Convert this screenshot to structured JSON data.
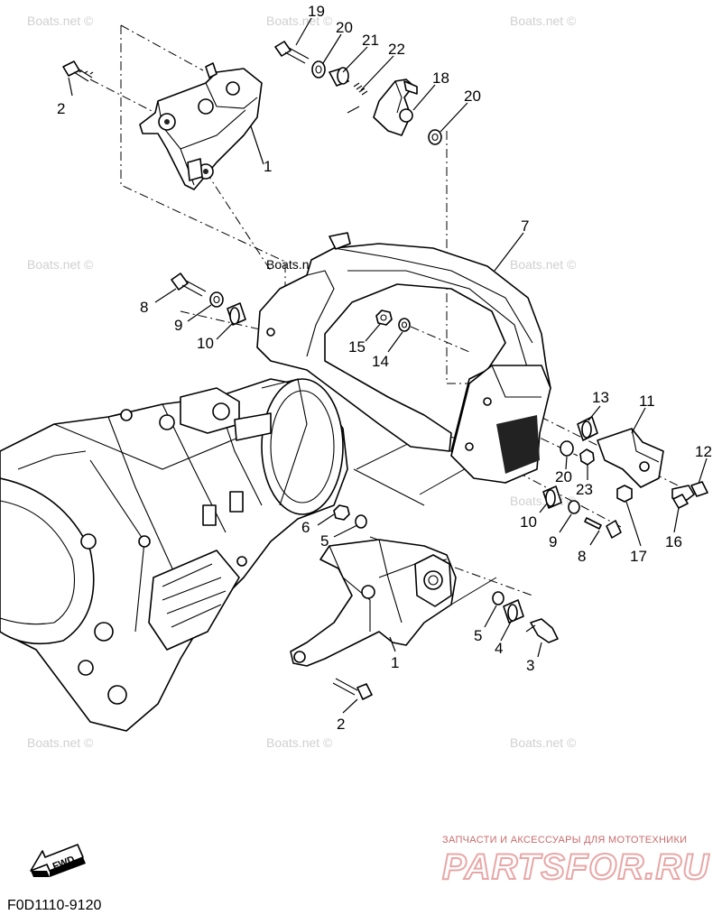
{
  "diagram": {
    "part_callouts": [
      "19",
      "20",
      "21",
      "22",
      "2",
      "18",
      "20",
      "1",
      "7",
      "8",
      "9",
      "10",
      "15",
      "14",
      "13",
      "11",
      "12",
      "20",
      "23",
      "10",
      "9",
      "8",
      "17",
      "16",
      "6",
      "5",
      "5",
      "4",
      "3",
      "1",
      "2"
    ],
    "watermark": "Boats.net ©",
    "fwd_label": "FWD",
    "figure_code": "F0D1110-9120",
    "brand": {
      "tagline": "ЗАПЧАСТИ И АКСЕССУАРЫ ДЛЯ МОТОТЕХНИКИ",
      "name": "PARTSFOR.RU"
    }
  }
}
